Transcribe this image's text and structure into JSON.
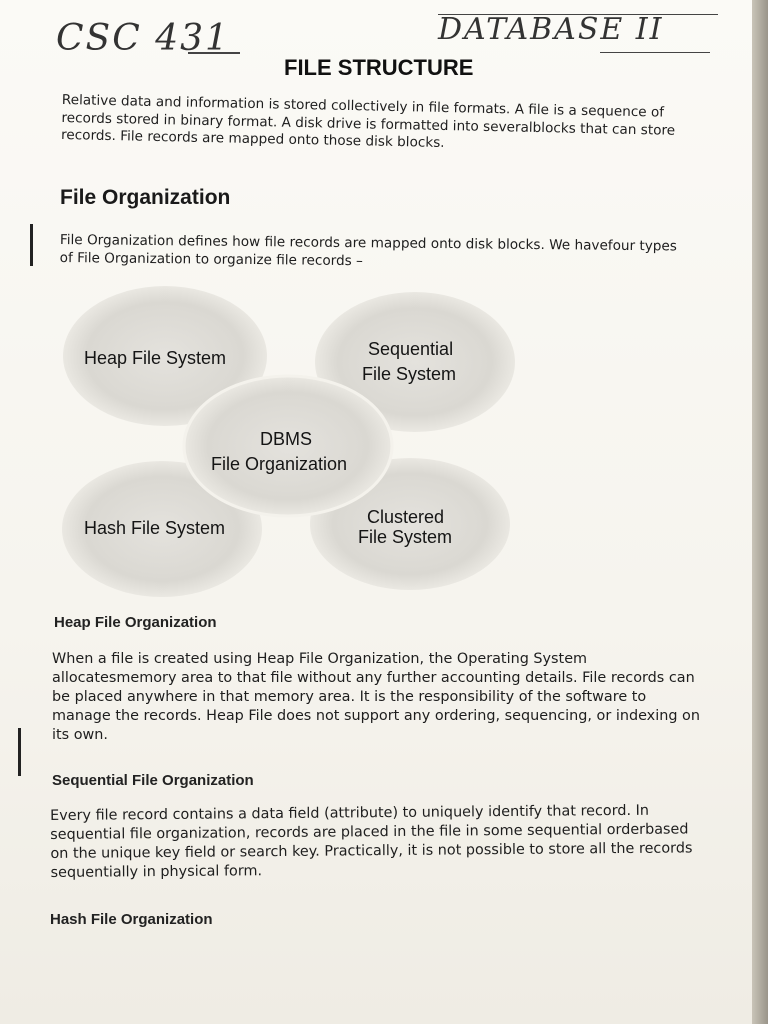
{
  "handwritten": {
    "course_code": "CSC 431",
    "subject": "DATABASE II"
  },
  "title": "FILE STRUCTURE",
  "intro": "Relative data and information is stored collectively in file formats. A file is a sequence of records stored in binary format. A disk drive is formatted into severalblocks that can store records. File records are mapped onto those disk blocks.",
  "file_organization": {
    "heading": "File Organization",
    "text": "File Organization defines how file records are mapped onto disk blocks. We havefour types of File Organization to organize file records –"
  },
  "diagram": {
    "center_line1": "DBMS",
    "center_line2": "File Organization",
    "heap": "Heap File System",
    "sequential_line1": "Sequential",
    "sequential_line2": "File System",
    "hash": "Hash File System",
    "clustered_line1": "Clustered",
    "clustered_line2": "File System"
  },
  "heap": {
    "heading": "Heap File Organization",
    "text": "When a file is created using Heap File Organization, the Operating System allocatesmemory area to that file without any further accounting details. File records can be placed anywhere in that memory area. It is the responsibility of the software to manage the records. Heap File does not support any ordering, sequencing, or indexing on its own."
  },
  "sequential": {
    "heading": "Sequential File Organization",
    "text": "Every file record contains a data field (attribute) to uniquely identify that record. In sequential file organization, records are placed in the file in some sequential orderbased on the unique key field or search key. Practically, it is not possible to store all the records sequentially in physical form."
  },
  "hash": {
    "heading": "Hash File Organization"
  }
}
